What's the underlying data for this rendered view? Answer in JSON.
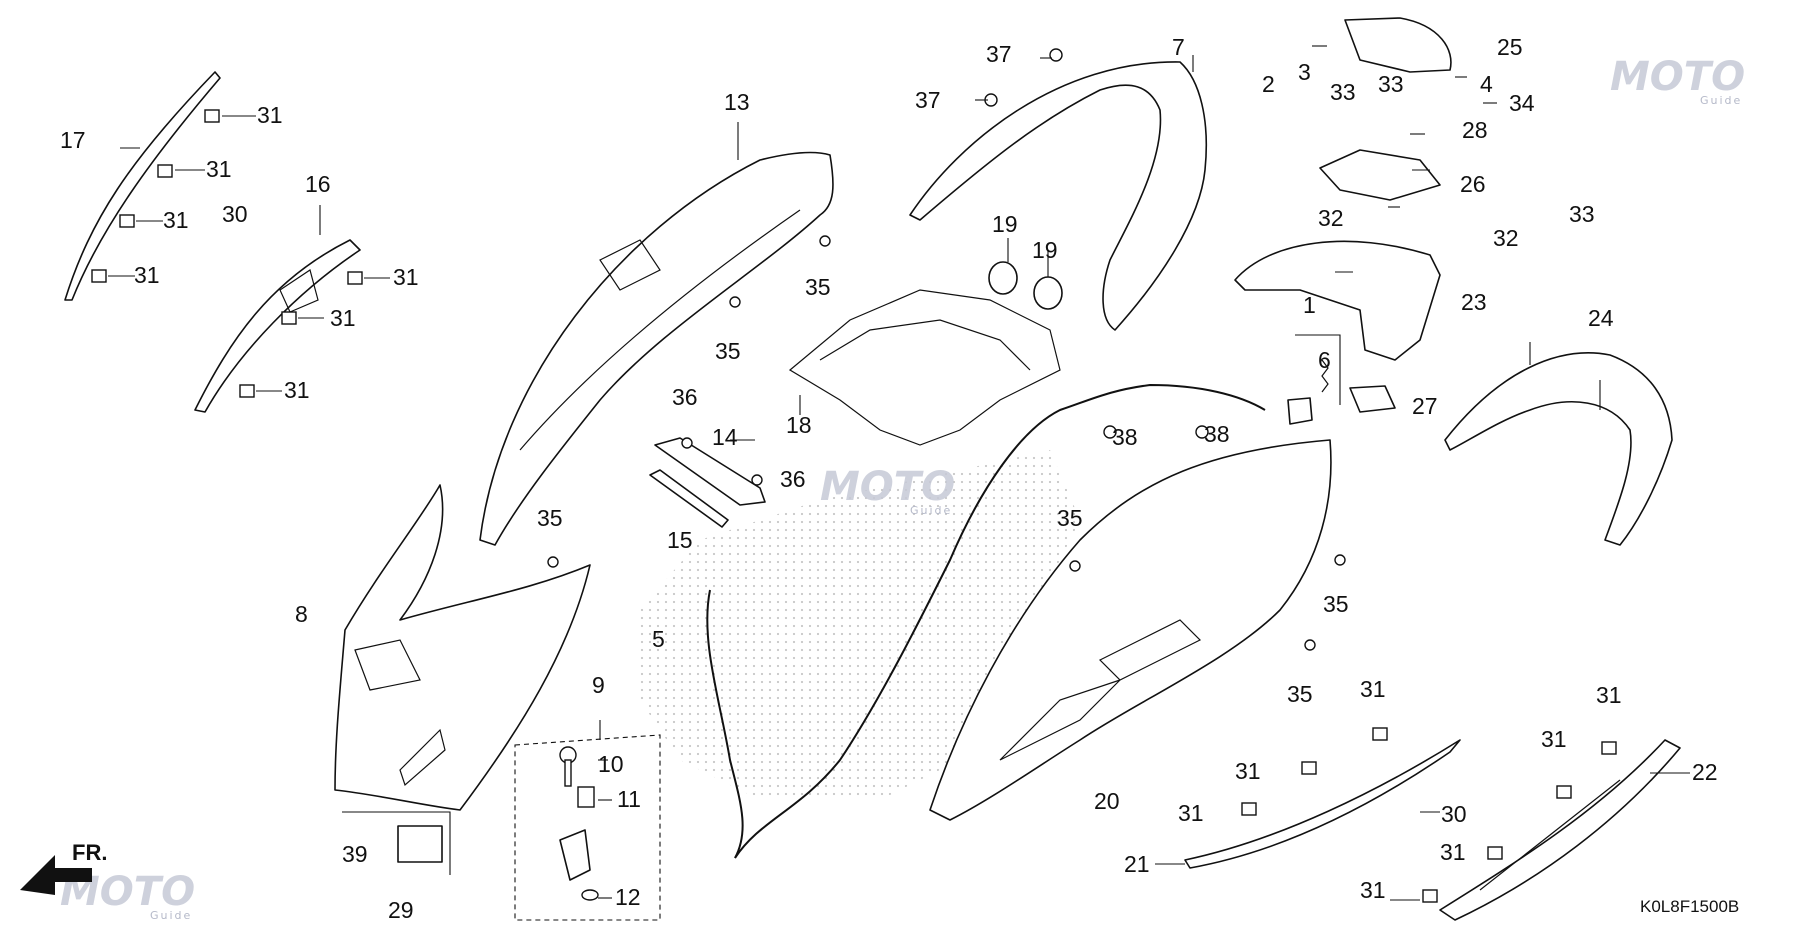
{
  "diagram": {
    "reference_code": "K0L8F1500B",
    "front_label": "FR.",
    "watermark": {
      "text": "MOTO",
      "subtext": "Guide"
    },
    "watermark_colors": {
      "primary": "#c6c9d6",
      "accent": "#e89aa3"
    },
    "callouts": {
      "c1": "1",
      "c2": "2",
      "c3": "3",
      "c4": "4",
      "c5": "5",
      "c6": "6",
      "c7": "7",
      "c8": "8",
      "c9": "9",
      "c10": "10",
      "c11": "11",
      "c12": "12",
      "c13": "13",
      "c14": "14",
      "c15": "15",
      "c16": "16",
      "c17": "17",
      "c18": "18",
      "c19a": "19",
      "c19b": "19",
      "c20": "20",
      "c21": "21",
      "c22": "22",
      "c23": "23",
      "c24": "24",
      "c25": "25",
      "c26": "26",
      "c27": "27",
      "c28": "28",
      "c29": "29",
      "c30a": "30",
      "c30b": "30",
      "c31a": "31",
      "c31b": "31",
      "c31c": "31",
      "c31d": "31",
      "c31e": "31",
      "c31f": "31",
      "c31g": "31",
      "c31h": "31",
      "c31i": "31",
      "c31j": "31",
      "c31k": "31",
      "c31l": "31",
      "c31m": "31",
      "c31n": "31",
      "c32a": "32",
      "c32b": "32",
      "c33a": "33",
      "c33b": "33",
      "c33c": "33",
      "c34": "34",
      "c35a": "35",
      "c35b": "35",
      "c35c": "35",
      "c35d": "35",
      "c35e": "35",
      "c35f": "35",
      "c36a": "36",
      "c36b": "36",
      "c37a": "37",
      "c37b": "37",
      "c38a": "38",
      "c38b": "38",
      "c39": "39"
    }
  }
}
